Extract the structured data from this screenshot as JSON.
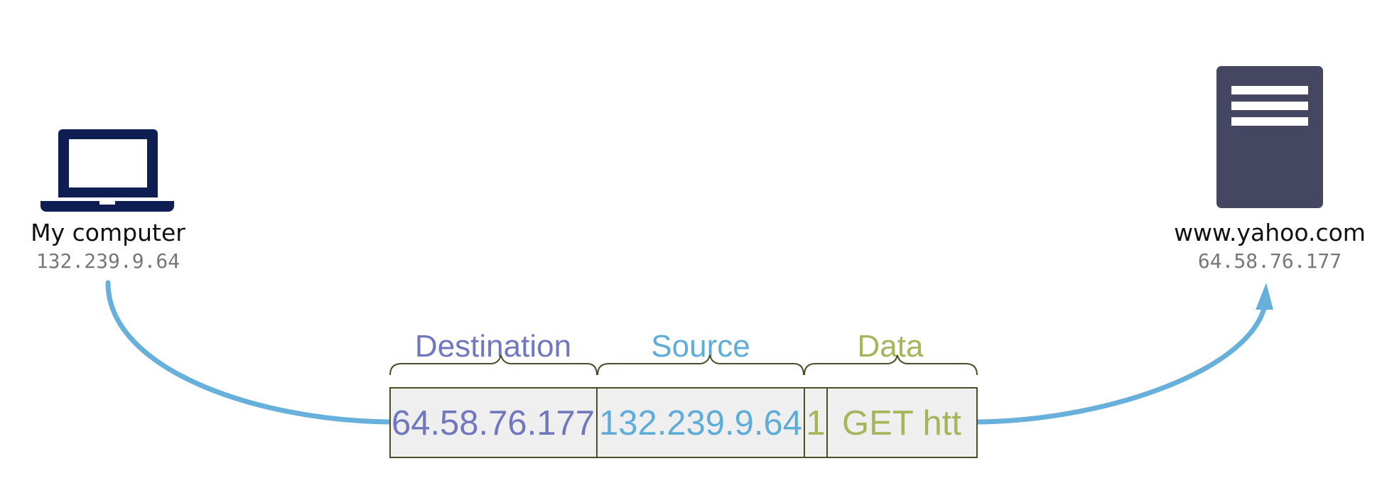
{
  "colors": {
    "laptop": "#0e1d52",
    "server": "#454661",
    "server_lines": "#ffffff",
    "arrow": "#66b0db",
    "destination": "#7077bf",
    "source": "#5eadd9",
    "data": "#a6b55a",
    "packet_fill": "#efefef",
    "packet_border": "#4c4c28",
    "brace": "#4c4c28"
  },
  "client": {
    "icon": "laptop-icon",
    "name": "My computer",
    "ip": "132.239.9.64"
  },
  "server": {
    "icon": "server-icon",
    "name": "www.yahoo.com",
    "ip": "64.58.76.177"
  },
  "packet": {
    "labels": {
      "destination": "Destination",
      "source": "Source",
      "data": "Data"
    },
    "cells": {
      "destination": "64.58.76.177",
      "source": "132.239.9.64",
      "flag": "1",
      "payload": "GET htt"
    }
  }
}
